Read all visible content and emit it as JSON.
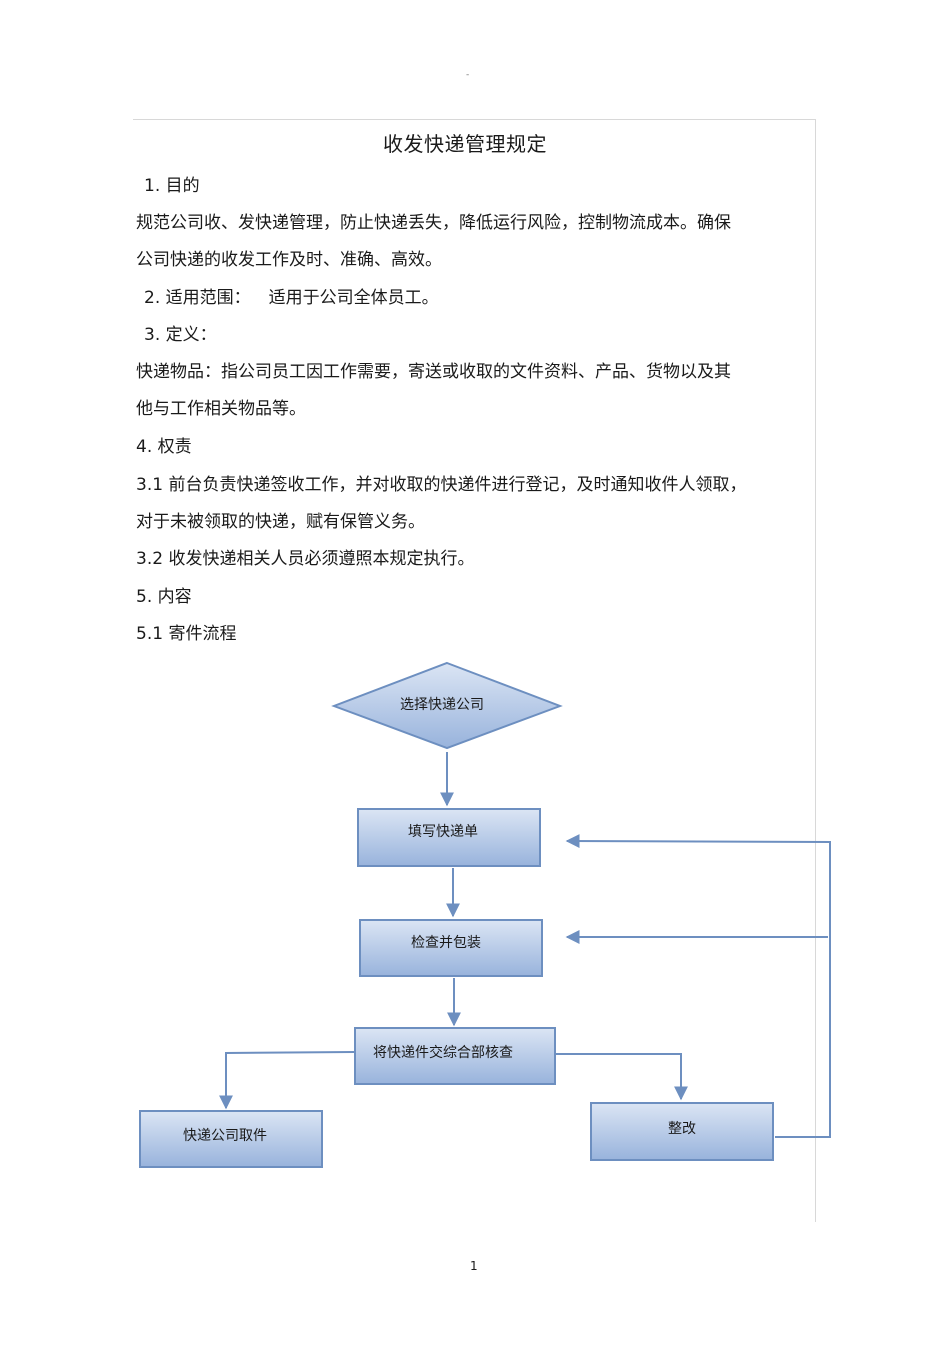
{
  "header_mark": "-",
  "title": "收发快递管理规定",
  "sections": {
    "s1_num": "1.",
    "s1_title": "目的",
    "s1_body_1": "规范公司收、发快递管理，防止快递丢失，降低运行风险，控制物流成本。确保",
    "s1_body_2": "公司快递的收发工作及时、准确、高效。",
    "s2_num": "2.",
    "s2_title": "适用范围：",
    "s2_body": "适用于公司全体员工。",
    "s3_num": "3.",
    "s3_title": "定义：",
    "s3_body_1": "快递物品：指公司员工因工作需要，寄送或收取的文件资料、产品、货物以及其",
    "s3_body_2": "他与工作相关物品等。",
    "s4_num": "4.",
    "s4_title": "权责",
    "s4_1_line1": "3.1 前台负责快递签收工作，并对收取的快递件进行登记，及时通知收件人领取，",
    "s4_1_line2": "对于未被领取的快递，赋有保管义务。",
    "s4_2": "3.2 收发快递相关人员必须遵照本规定执行。",
    "s5_num": "5.",
    "s5_title": "内容",
    "s5_1": "5.1 寄件流程"
  },
  "flowchart": {
    "nodes": {
      "choose_company": "选择快递公司",
      "fill_form": "填写快递单",
      "check_pack": "检查并包装",
      "submit_review": "将快递件交综合部核查",
      "courier_pickup": "快递公司取件",
      "rectify": "整改"
    },
    "colors": {
      "box_top": "#dbe5f4",
      "box_bottom": "#98b3dc",
      "border": "#6d8fc0",
      "arrow": "#6d8fc0"
    }
  },
  "page_number": "1"
}
